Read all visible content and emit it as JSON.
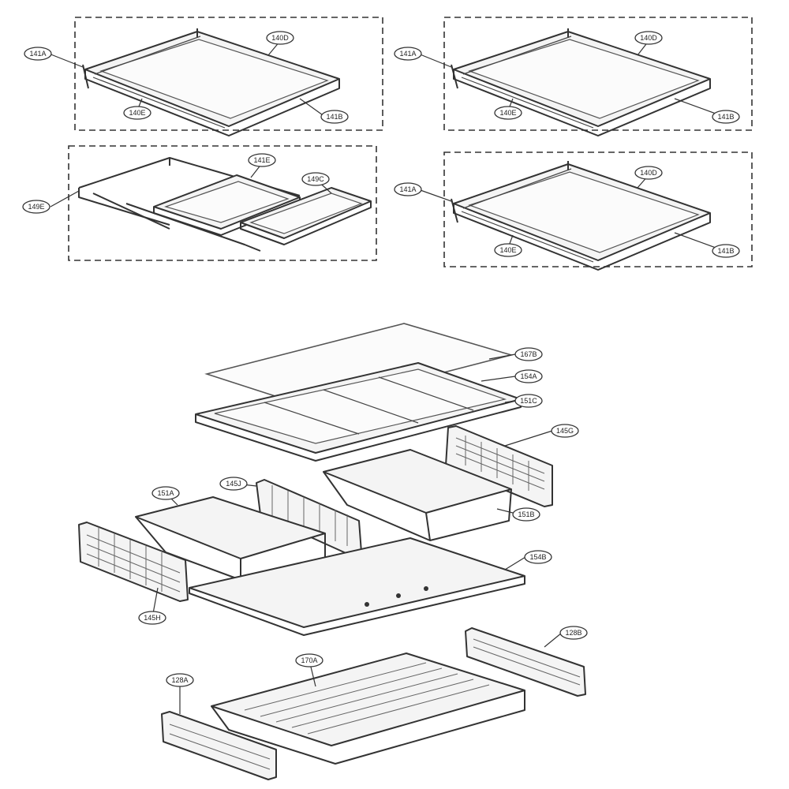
{
  "diagram": {
    "callouts": {
      "c1": "141A",
      "c2": "140D",
      "c3": "140E",
      "c4": "141B",
      "c5": "141A",
      "c6": "140D",
      "c7": "140E",
      "c8": "141B",
      "c9": "141E",
      "c10": "149C",
      "c11": "149E",
      "c12": "141A",
      "c13": "140D",
      "c14": "140E",
      "c15": "141B",
      "c16": "167B",
      "c17": "154A",
      "c18": "151C",
      "c19": "145G",
      "c20": "145J",
      "c21": "151A",
      "c22": "151B",
      "c23": "154B",
      "c24": "145H",
      "c25": "128B",
      "c26": "170A",
      "c27": "128A"
    }
  }
}
